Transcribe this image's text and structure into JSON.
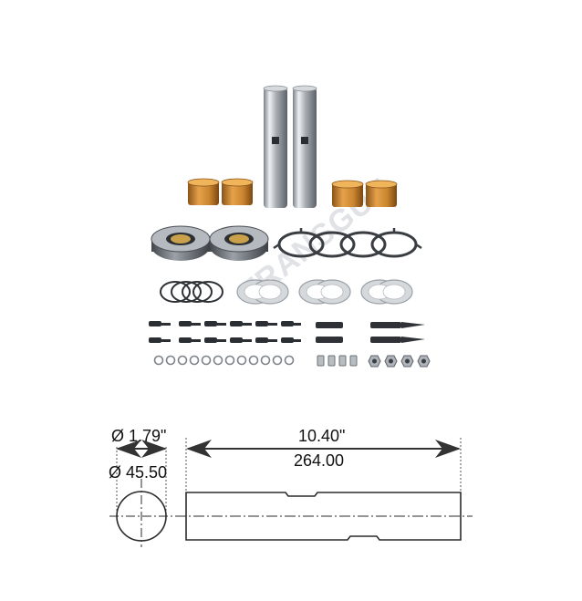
{
  "watermark": {
    "text": "TRANSGUE"
  },
  "diagram": {
    "diameter_inch": "Ø 1.79\"",
    "diameter_mm": "Ø 45.50",
    "length_inch": "10.40\"",
    "length_mm": "264.00"
  },
  "colors": {
    "metal_light": "#e4e7ea",
    "metal_dark": "#6d737a",
    "bronze": "#c8842e",
    "gasket": "#3a3d42",
    "shim": "#c9ccd0",
    "line": "#2b2b2b"
  },
  "kit": {
    "kingpins": 2,
    "bushings": 4,
    "bearings": 2,
    "gaskets": 4,
    "snap_rings": 4,
    "shims": 6,
    "bolts": 12,
    "cotter_pins": 4,
    "grease_fittings": 4,
    "nuts": 4,
    "washers": 12
  }
}
